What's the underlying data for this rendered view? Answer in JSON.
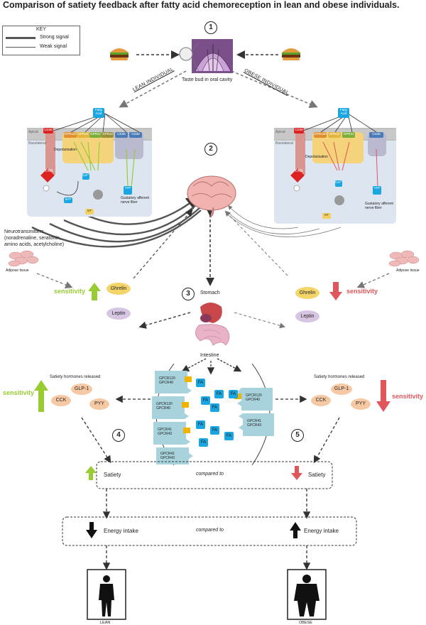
{
  "title": "Comparison of satiety feedback after fatty acid chemoreception in lean and obese individuals.",
  "key": {
    "heading": "KEY",
    "strong": "Strong signal",
    "weak": "Weak signal"
  },
  "step_numbers": [
    "1",
    "2",
    "3",
    "4",
    "5"
  ],
  "taste_bud_label": "Taste bud in oral cavity",
  "lean_individual": "LEAN INDIVIDUAL",
  "obese_individual": "OBESE INDIVIDUAL",
  "cell_lean": {
    "apical": "Apical",
    "basolateral": "Basolateral",
    "receptors": [
      "CD36",
      "GPR120",
      "GPR40",
      "GPR41",
      "GPR43",
      "CD36",
      "CD36"
    ],
    "fatty_acid": "Fatty Acid",
    "depolarisation": "Depolarisation",
    "labels": [
      "DRK",
      "Ca²⁺",
      "5HT",
      "ATP",
      "NT",
      "Gustatory afferent nerve fiber"
    ]
  },
  "cell_obese": {
    "apical": "Apical",
    "basolateral": "Basolateral",
    "receptors": [
      "CD36",
      "GPR120",
      "GPR40",
      "GPR41",
      "CD36"
    ],
    "fatty_acid": "Fatty Acid",
    "depolarisation": "Depolarisation",
    "labels": [
      "DRK",
      "Ca²⁺",
      "ATP",
      "NT",
      "Gustatory afferent nerve fiber"
    ]
  },
  "neurotransmitters": "Neurotransmitters\n(noradrenaline, seratonin,\namino acids, acetylcholine)",
  "adipose_tissue": "Adipose tissue",
  "sensitivity": "sensitivity",
  "ghrelin": "Ghrelin",
  "leptin": "Leptin",
  "stomach": "Stomach",
  "intestine": "Intestine",
  "satiety_released": "Satiety hormones released",
  "glp1": "GLP-1",
  "cck": "CCK",
  "pyy": "PYY",
  "left_receptors": [
    "GPCR120\nGPCR40",
    "GPCR120\nGPCR40",
    "GPCR41\nGPCR43",
    "GPCR41\nGPCR43"
  ],
  "right_receptors": [
    "GPCR120\nGPCR40",
    "GPCR41\nGPCR43"
  ],
  "fa": "FA",
  "satiety": "Satiety",
  "compared_to": "compared to",
  "energy_intake": "Energy intake",
  "lean": "LEAN",
  "obese": "OBESE",
  "colors": {
    "green": "#99cc33",
    "red": "#e0565b",
    "cell": "#dde6f0",
    "gut": "#a8d3dc",
    "fa_box": "#1aa6e0",
    "hormone": "#f6c9a4",
    "ghrelin": "#f3d56a",
    "leptin": "#d6c6e4"
  }
}
